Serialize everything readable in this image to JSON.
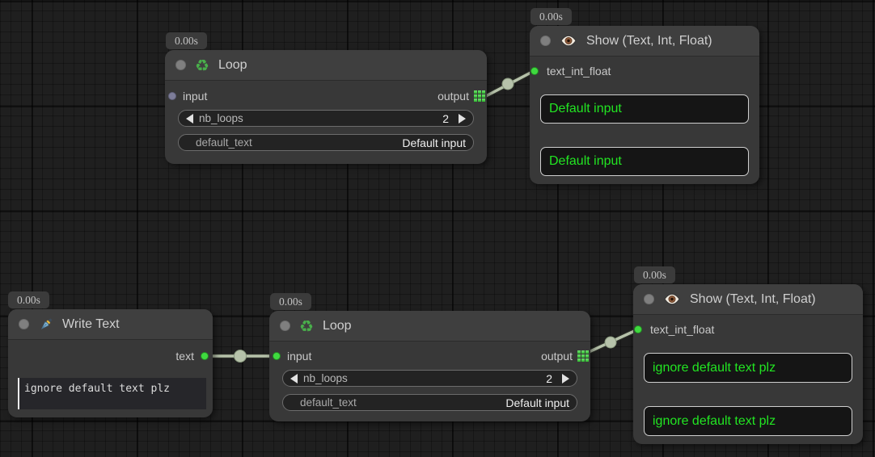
{
  "canvas": {
    "background": "#1f1f1f",
    "grid_minor_color": "#161616",
    "grid_major_color": "#0d0d0d",
    "wire_color": "#b6c2aa"
  },
  "colors": {
    "node_body": "#383838",
    "node_header": "#3f3f3f",
    "display_text_green": "#22e522",
    "slot_green": "#3fd93f",
    "slot_slate": "#7d7d99"
  },
  "icons": {
    "recycle": "♻",
    "eye": "eye-icon",
    "pen": "fountain-pen-icon",
    "output_grid": "3x3-green-grid-icon",
    "decrement": "left-triangle-icon",
    "increment": "right-triangle-icon"
  },
  "nodes": {
    "loop_top": {
      "badge": "0.00s",
      "title": "Loop",
      "input_label": "input",
      "output_label": "output",
      "widgets": [
        {
          "label": "nb_loops",
          "value": "2"
        },
        {
          "label": "default_text",
          "value": "Default input"
        }
      ]
    },
    "show_top": {
      "badge": "0.00s",
      "title": "Show (Text, Int, Float)",
      "input_label": "text_int_float",
      "displays": [
        "Default input",
        "Default input"
      ]
    },
    "write_text": {
      "badge": "0.00s",
      "title": "Write Text",
      "output_label": "text",
      "textarea_value": "ignore default text plz"
    },
    "loop_bottom": {
      "badge": "0.00s",
      "title": "Loop",
      "input_label": "input",
      "output_label": "output",
      "widgets": [
        {
          "label": "nb_loops",
          "value": "2"
        },
        {
          "label": "default_text",
          "value": "Default input"
        }
      ]
    },
    "show_bottom": {
      "badge": "0.00s",
      "title": "Show (Text, Int, Float)",
      "input_label": "text_int_float",
      "displays": [
        "ignore default text plz",
        "ignore default text plz"
      ]
    }
  }
}
